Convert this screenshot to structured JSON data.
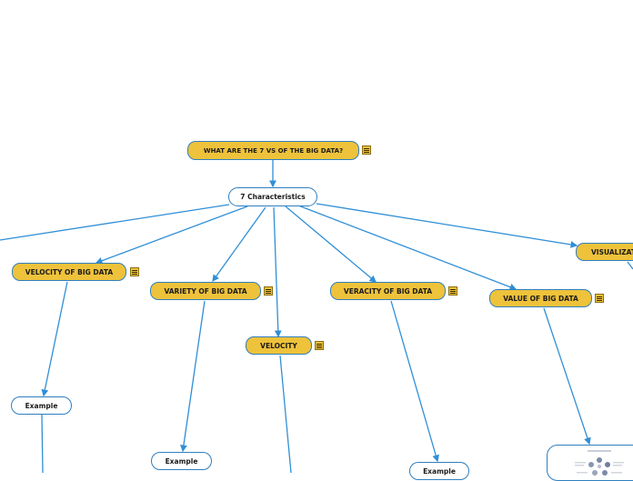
{
  "root": {
    "label": "WHAT ARE THE 7 VS OF THE BIG DATA?"
  },
  "center": {
    "label": "7 Characteristics"
  },
  "branches": {
    "velocity_big_data": "VELOCITY OF BIG DATA",
    "variety": "VARIETY OF BIG DATA",
    "velocity": "VELOCITY",
    "veracity": "VERACITY OF BIG DATA",
    "value": "VALUE OF BIG DATA",
    "visualization": "VISUALIZATION"
  },
  "examples": {
    "e1": "Example",
    "e2": "Example",
    "e3": "Example"
  },
  "icons": {
    "note": "note-icon",
    "image": "infographic-thumbnail"
  },
  "colors": {
    "node_fill": "#eec23a",
    "edge": "#2f8fd6",
    "border": "#2f7fbf"
  }
}
